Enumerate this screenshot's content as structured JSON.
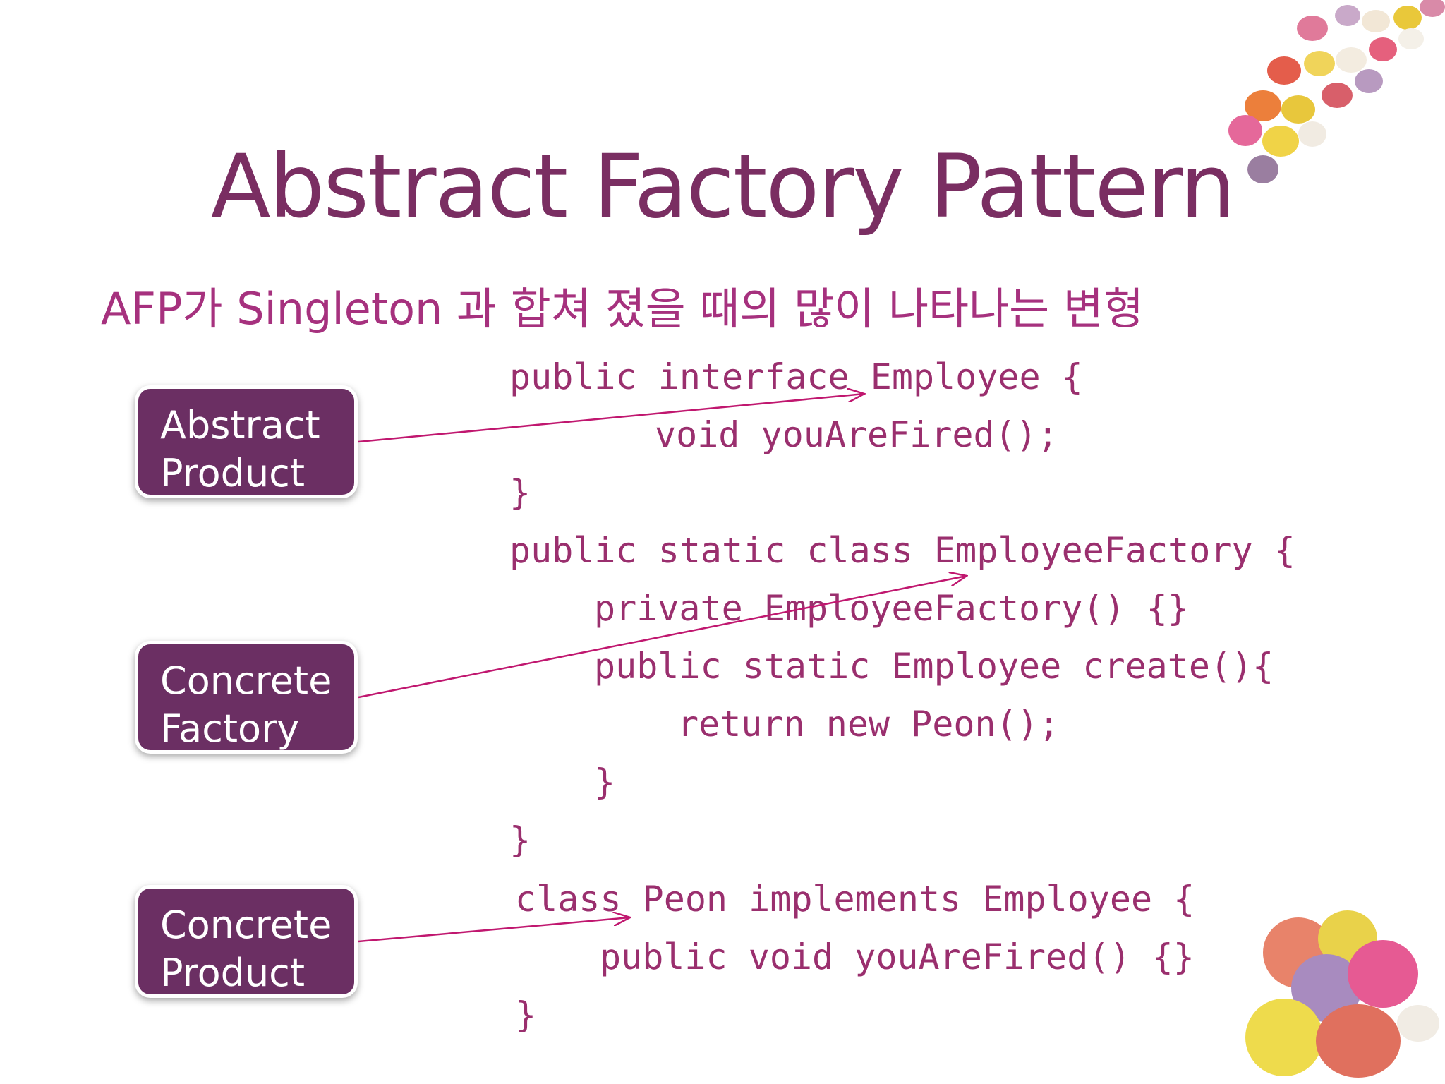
{
  "slide": {
    "title": "Abstract Factory Pattern",
    "subtitle": "AFP가 Singleton 과 합쳐 졌을 때의 많이 나타나는 변형"
  },
  "labels": [
    {
      "line1": "Abstract",
      "line2": "Product"
    },
    {
      "line1": "Concrete",
      "line2": "Factory"
    },
    {
      "line1": "Concrete",
      "line2": "Product"
    }
  ],
  "code": [
    "public interface Employee {",
    "void youAreFired();",
    "}",
    "public static class EmployeeFactory {",
    "private EmployeeFactory() {}",
    "public static Employee create(){",
    "return new Peon();",
    "}",
    "}",
    "class Peon implements Employee {",
    "public void youAreFired() {}",
    "}"
  ],
  "colors": {
    "title": "#7a2e62",
    "subtitle": "#a6317e",
    "code": "#9a2f6e",
    "label_box": "#6b2f63",
    "arrow": "#c0176f"
  },
  "decorations": [
    "candy-eggs-top-right",
    "candy-eggs-bottom-right"
  ]
}
